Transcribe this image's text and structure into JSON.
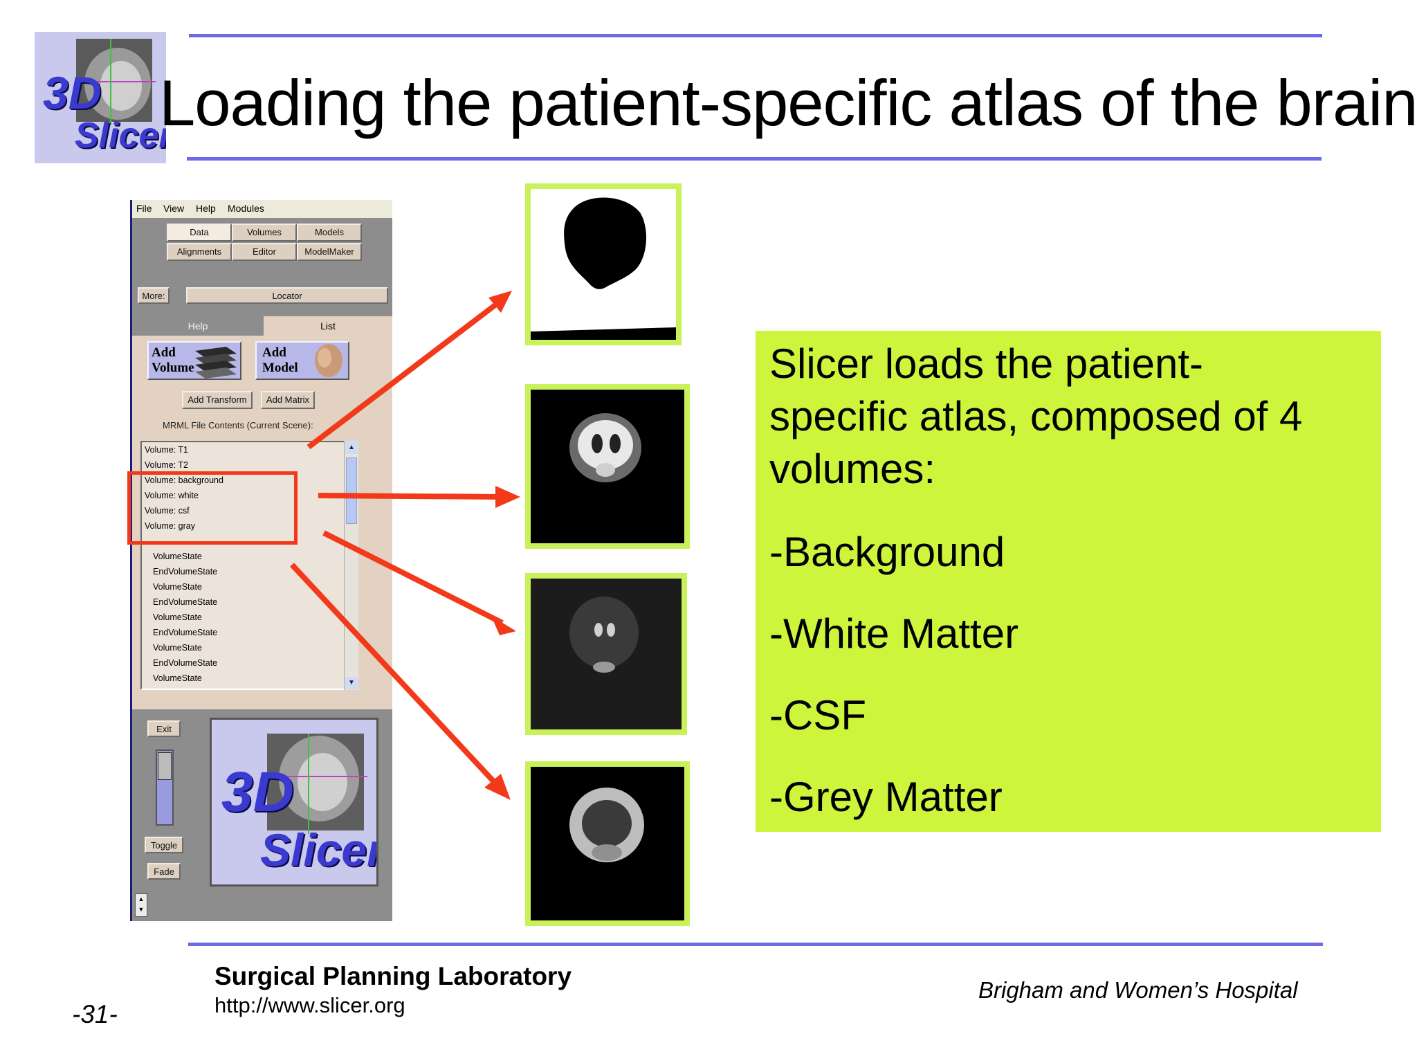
{
  "slide": {
    "title": "Loading the patient-specific atlas of the brain",
    "page_number": "-31-"
  },
  "logo": {
    "text_3d": "3D",
    "text_slicer": "Slicer"
  },
  "app": {
    "menu": [
      "File",
      "View",
      "Help",
      "Modules"
    ],
    "module_tabs_row1": [
      "Data",
      "Volumes",
      "Models"
    ],
    "module_tabs_row2": [
      "Alignments",
      "Editor",
      "ModelMaker"
    ],
    "more_label": "More:",
    "locator_label": "Locator",
    "panel_tabs": [
      "Help",
      "List"
    ],
    "add_volume": [
      "Add",
      "Volume"
    ],
    "add_model": [
      "Add",
      "Model"
    ],
    "add_transform": "Add Transform",
    "add_matrix": "Add Matrix",
    "mrml_header": "MRML File Contents (Current Scene):",
    "list_items": [
      "Volume: T1",
      "Volume: T2",
      "Volume: background",
      "Volume: white",
      "Volume: csf",
      "Volume: gray"
    ],
    "state_items": [
      "VolumeState",
      "EndVolumeState",
      "VolumeState",
      "EndVolumeState",
      "VolumeState",
      "EndVolumeState",
      "VolumeState",
      "EndVolumeState",
      "VolumeState"
    ],
    "exit_label": "Exit",
    "toggle_label": "Toggle",
    "fade_label": "Fade"
  },
  "description": {
    "intro": [
      "Slicer loads the patient-",
      "specific atlas, composed of 4",
      "volumes:"
    ],
    "volumes": [
      "-Background",
      "-White Matter",
      "-CSF",
      "-Grey Matter"
    ]
  },
  "footer": {
    "lab": "Surgical Planning Laboratory",
    "url": "http://www.slicer.org",
    "hospital": "Brigham and Women’s Hospital"
  },
  "colors": {
    "rule": "#6b6be6",
    "highlight_green": "#ccf53c",
    "frame_green": "#c9f25a",
    "arrow_red": "#f23a1a"
  }
}
